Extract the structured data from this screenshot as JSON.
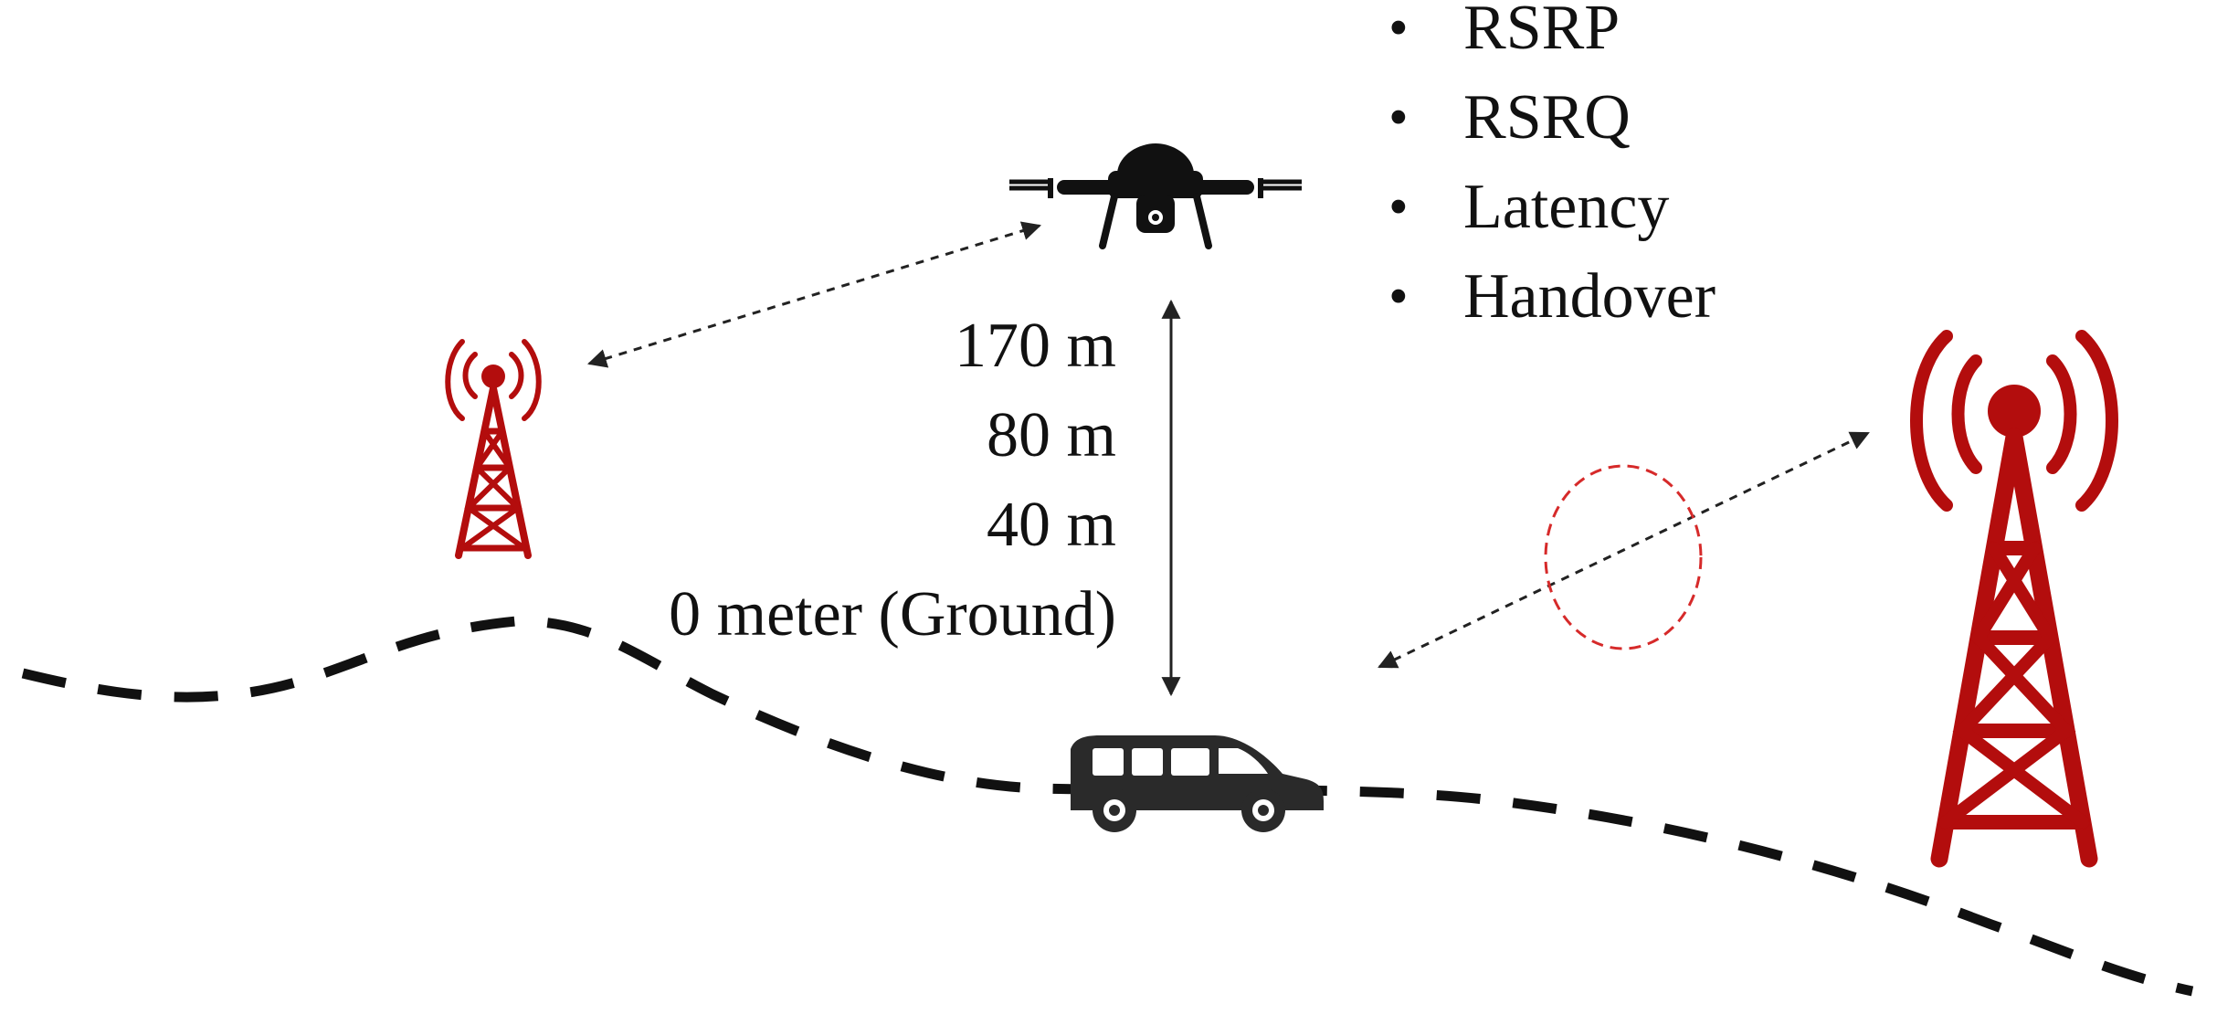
{
  "metrics": [
    "RSRP",
    "RSRQ",
    "Latency",
    "Handover"
  ],
  "altitudes": [
    "170 m",
    "80 m",
    "40 m",
    "0 meter (Ground)"
  ],
  "colors": {
    "tower": "#b30d0d",
    "road": "#111111",
    "vehicle": "#2a2a2a",
    "link": "#222222",
    "interference": "#d62a2a"
  },
  "icons": {
    "drone": "drone-icon",
    "car": "car-icon",
    "small_tower": "cell-tower-icon",
    "large_tower": "cell-tower-icon"
  }
}
